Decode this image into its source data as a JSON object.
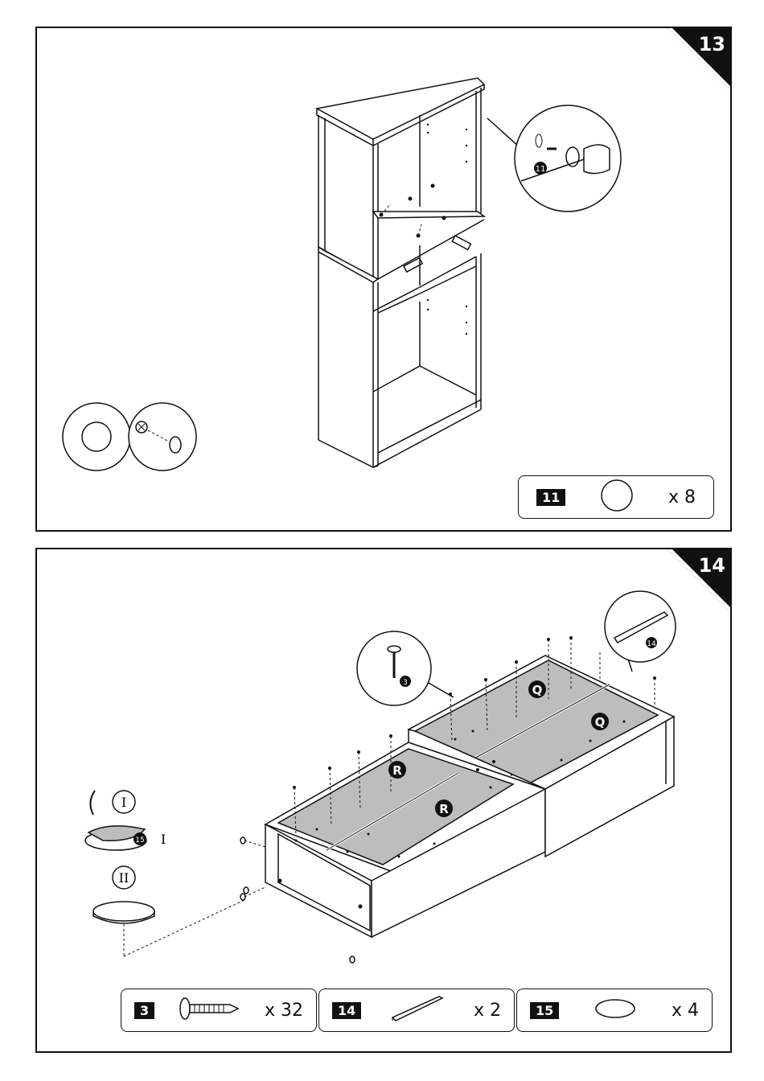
{
  "steps": [
    {
      "number": "13",
      "panel_labels": [
        "11"
      ],
      "parts": [
        {
          "id": "11",
          "icon": "round-cap-icon",
          "qty": "x 8"
        }
      ]
    },
    {
      "number": "14",
      "panel_labels": [
        "Q",
        "Q",
        "R",
        "R",
        "3",
        "14",
        "15"
      ],
      "sub_steps": [
        "I",
        "II",
        "I"
      ],
      "parts": [
        {
          "id": "3",
          "icon": "screw-icon",
          "qty": "x 32"
        },
        {
          "id": "14",
          "icon": "rail-icon",
          "qty": "x 2"
        },
        {
          "id": "15",
          "icon": "felt-pad-icon",
          "qty": "x 4"
        }
      ]
    }
  ],
  "colors": {
    "ink": "#111111",
    "panel_fill": "#bdbdbd",
    "paper": "#ffffff"
  }
}
